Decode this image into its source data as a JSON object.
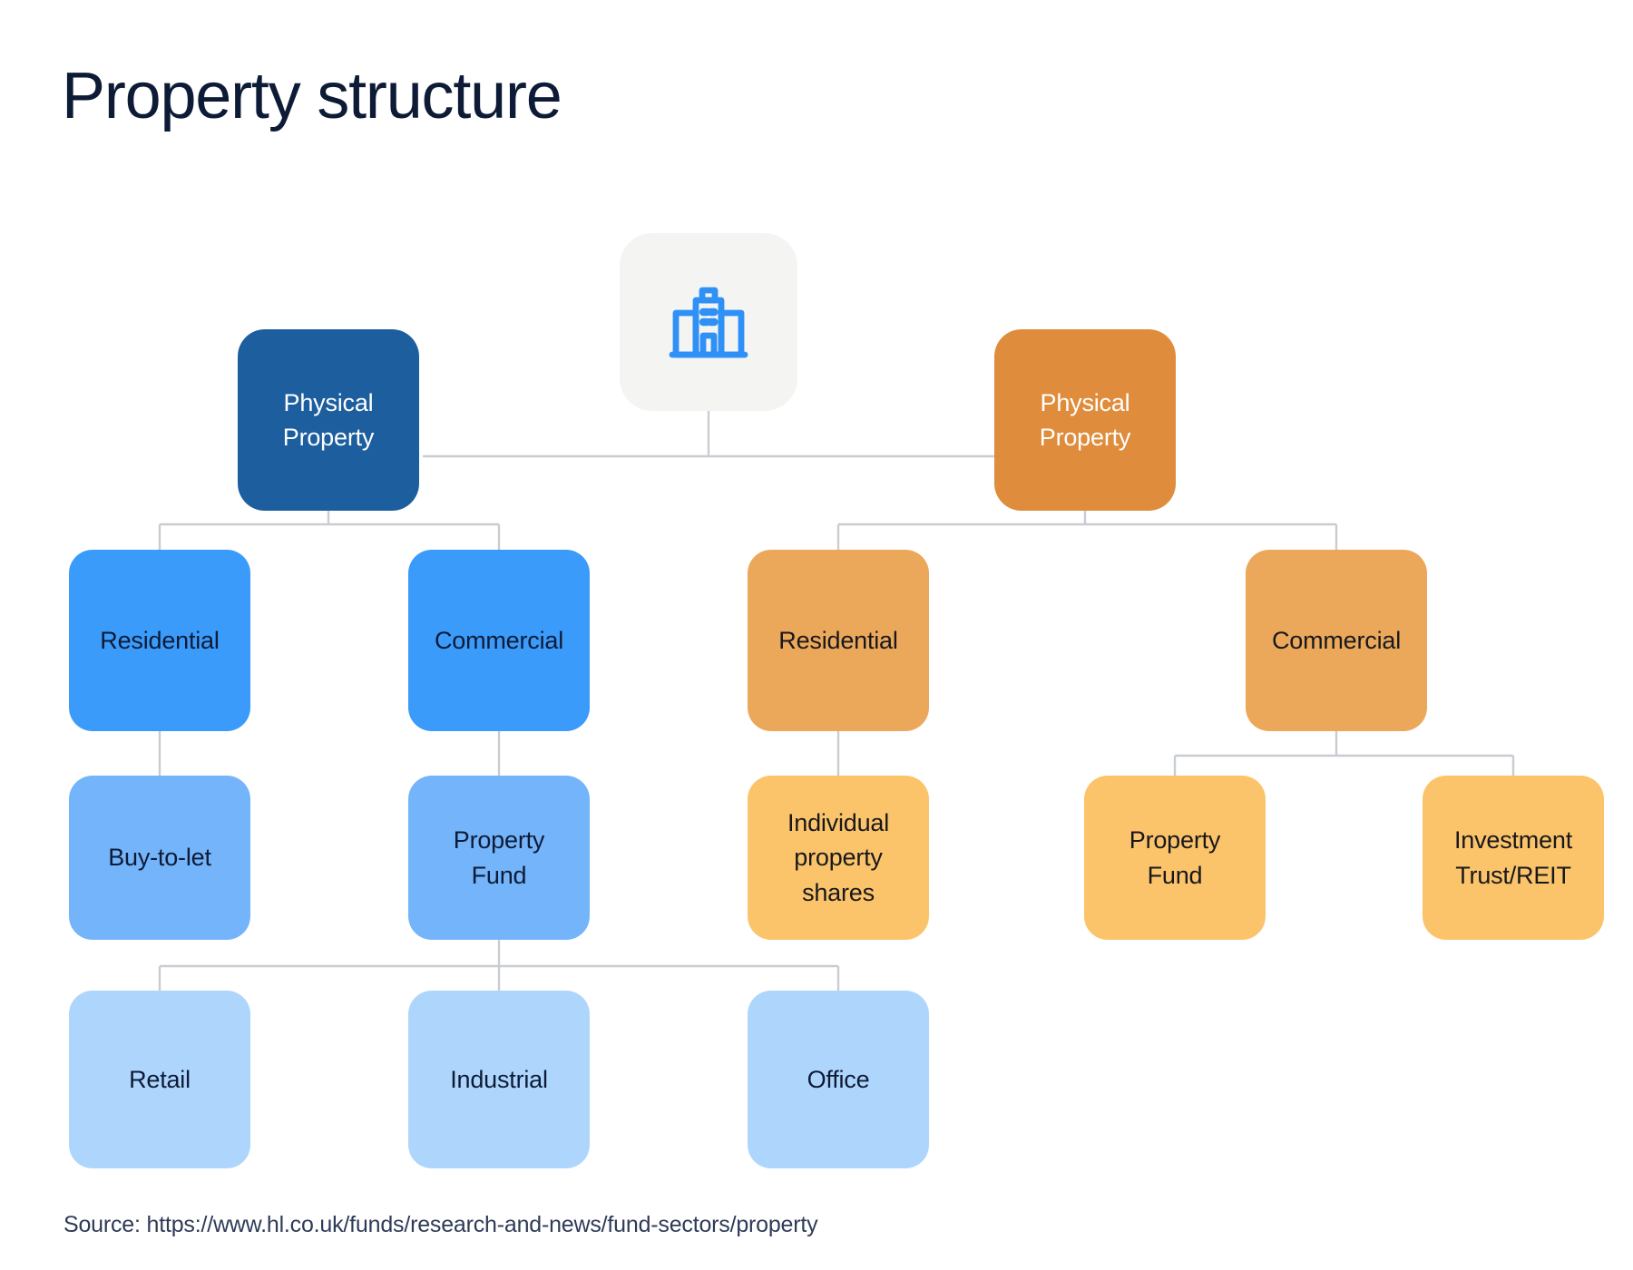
{
  "title": "Property structure",
  "source": "Source: https://www.hl.co.uk/funds/research-and-news/fund-sectors/property",
  "icon": {
    "name": "building-icon",
    "color": "#2f90f5",
    "tile_color": "#f4f4f2"
  },
  "colors": {
    "title_text": "#0d1b36",
    "navy": "#1c5e9e",
    "orange_dark": "#df8c3c",
    "blue_1": "#3b9bfa",
    "blue_2": "#74b4fa",
    "blue_3": "#aed6fd",
    "orange_1": "#eca85a",
    "orange_2": "#fbc46a",
    "connector": "#c9ccd1",
    "background": "#ffffff"
  },
  "chart_data": {
    "type": "diagram",
    "title": "Property structure",
    "root": "building-icon",
    "branches": [
      {
        "name": "direct-property",
        "color_family": "blue",
        "root": "Physical Property",
        "children": [
          {
            "label": "Residential",
            "children": [
              {
                "label": "Buy-to-let",
                "children": []
              }
            ]
          },
          {
            "label": "Commercial",
            "children": [
              {
                "label": "Property Fund",
                "children": [
                  {
                    "label": "Retail",
                    "children": []
                  },
                  {
                    "label": "Industrial",
                    "children": []
                  },
                  {
                    "label": "Office",
                    "children": []
                  }
                ]
              }
            ]
          }
        ]
      },
      {
        "name": "indirect-property",
        "color_family": "orange",
        "root": "Physical Property",
        "children": [
          {
            "label": "Residential",
            "children": [
              {
                "label": "Individual property shares",
                "children": []
              }
            ]
          },
          {
            "label": "Commercial",
            "children": [
              {
                "label": "Property Fund",
                "children": []
              },
              {
                "label": "Investment Trust/REIT",
                "children": []
              }
            ]
          }
        ]
      }
    ]
  },
  "nodes": {
    "left_root": "Physical\nProperty",
    "left_residential": "Residential",
    "left_commercial": "Commercial",
    "left_buy_to_let": "Buy-to-let",
    "left_property_fund": "Property\nFund",
    "left_retail": "Retail",
    "left_industrial": "Industrial",
    "left_office": "Office",
    "right_root": "Physical\nProperty",
    "right_residential": "Residential",
    "right_commercial": "Commercial",
    "right_individual_shares": "Individual\nproperty\nshares",
    "right_property_fund": "Property\nFund",
    "right_investment_trust": "Investment\nTrust/REIT"
  }
}
